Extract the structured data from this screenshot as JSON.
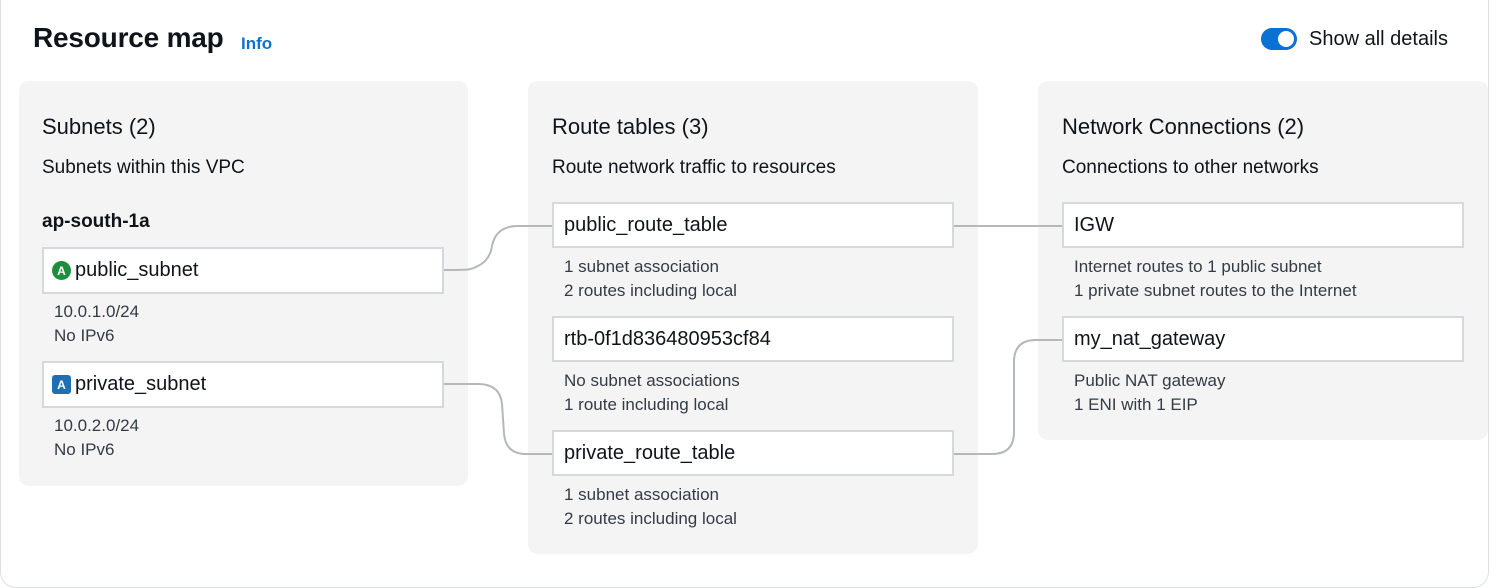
{
  "header": {
    "title": "Resource map",
    "info_label": "Info",
    "toggle_label": "Show all details",
    "toggle_on": true
  },
  "colors": {
    "accent": "#0972d3",
    "public_badge": "#1e8e3e",
    "private_badge": "#1f6fb5",
    "panel_bg": "#f4f4f4",
    "connector": "#b4b7bb"
  },
  "subnets": {
    "title": "Subnets (2)",
    "subtitle": "Subnets within this VPC",
    "az": "ap-south-1a",
    "items": [
      {
        "badge": "A",
        "badge_type": "public",
        "name": "public_subnet",
        "cidr": "10.0.1.0/24",
        "ipv6": "No IPv6"
      },
      {
        "badge": "A",
        "badge_type": "private",
        "name": "private_subnet",
        "cidr": "10.0.2.0/24",
        "ipv6": "No IPv6"
      }
    ]
  },
  "route_tables": {
    "title": "Route tables (3)",
    "subtitle": "Route network traffic to resources",
    "items": [
      {
        "name": "public_route_table",
        "line1": "1 subnet association",
        "line2": "2 routes including local"
      },
      {
        "name": "rtb-0f1d836480953cf84",
        "line1": "No subnet associations",
        "line2": "1 route including local"
      },
      {
        "name": "private_route_table",
        "line1": "1 subnet association",
        "line2": "2 routes including local"
      }
    ]
  },
  "network_connections": {
    "title": "Network Connections (2)",
    "subtitle": "Connections to other networks",
    "items": [
      {
        "name": "IGW",
        "line1": "Internet routes to 1 public subnet",
        "line2": "1 private subnet routes to the Internet"
      },
      {
        "name": "my_nat_gateway",
        "line1": "Public NAT gateway",
        "line2": "1 ENI with 1 EIP"
      }
    ]
  }
}
